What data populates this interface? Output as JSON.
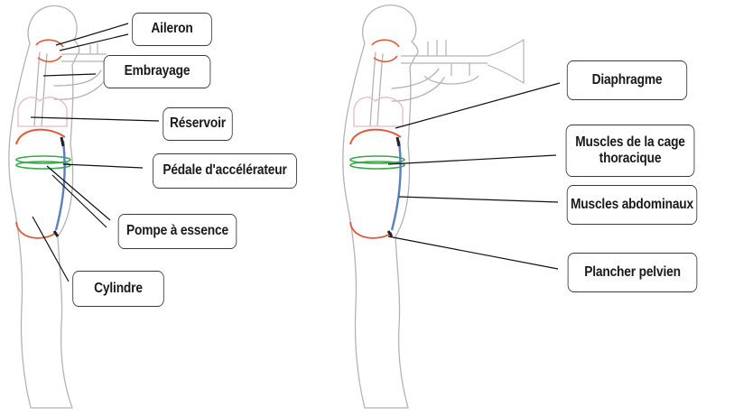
{
  "colors": {
    "outline": "#b4b4b4",
    "leader": "#111111",
    "red": "#e05a3a",
    "green": "#3aa84a",
    "blue": "#5a7fc0",
    "pink": "#e9b8cc",
    "box_border": "#3a3a3a"
  },
  "left_figure": {
    "labels": {
      "aileron": "Aileron",
      "embrayage": "Embrayage",
      "reservoir": "Réservoir",
      "pedale": "Pédale d'accélérateur",
      "pompe": "Pompe à essence",
      "cylindre": "Cylindre"
    }
  },
  "right_figure": {
    "labels": {
      "diaphragme": "Diaphragme",
      "muscles_cage_1": "Muscles de la cage",
      "muscles_cage_2": "thoracique",
      "abdominaux": "Muscles abdominaux",
      "plancher": "Plancher pelvien"
    }
  }
}
